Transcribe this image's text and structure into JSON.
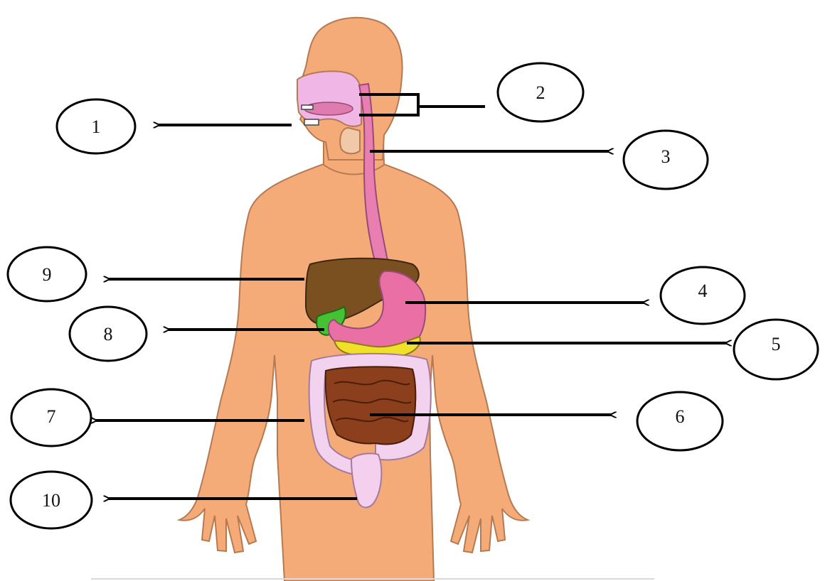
{
  "diagram": {
    "labels": [
      {
        "id": "label-1",
        "text": "1"
      },
      {
        "id": "label-2",
        "text": "2"
      },
      {
        "id": "label-3",
        "text": "3"
      },
      {
        "id": "label-4",
        "text": "4"
      },
      {
        "id": "label-5",
        "text": "5"
      },
      {
        "id": "label-6",
        "text": "6"
      },
      {
        "id": "label-7",
        "text": "7"
      },
      {
        "id": "label-8",
        "text": "8"
      },
      {
        "id": "label-9",
        "text": "9"
      },
      {
        "id": "label-10",
        "text": "10"
      }
    ],
    "colors": {
      "skin": "#f4ab78",
      "skin_outline": "#b57a52",
      "mouth_pink": "#f0b6e6",
      "esophagus": "#e87fb0",
      "stomach": "#e96fa4",
      "liver": "#7a5020",
      "gallbladder": "#44c234",
      "pancreas": "#f1e02a",
      "small_intestine": "#8b3f1c",
      "large_intestine": "#f2d2ee",
      "rectum": "#f4cfee",
      "line": "#000000"
    }
  }
}
